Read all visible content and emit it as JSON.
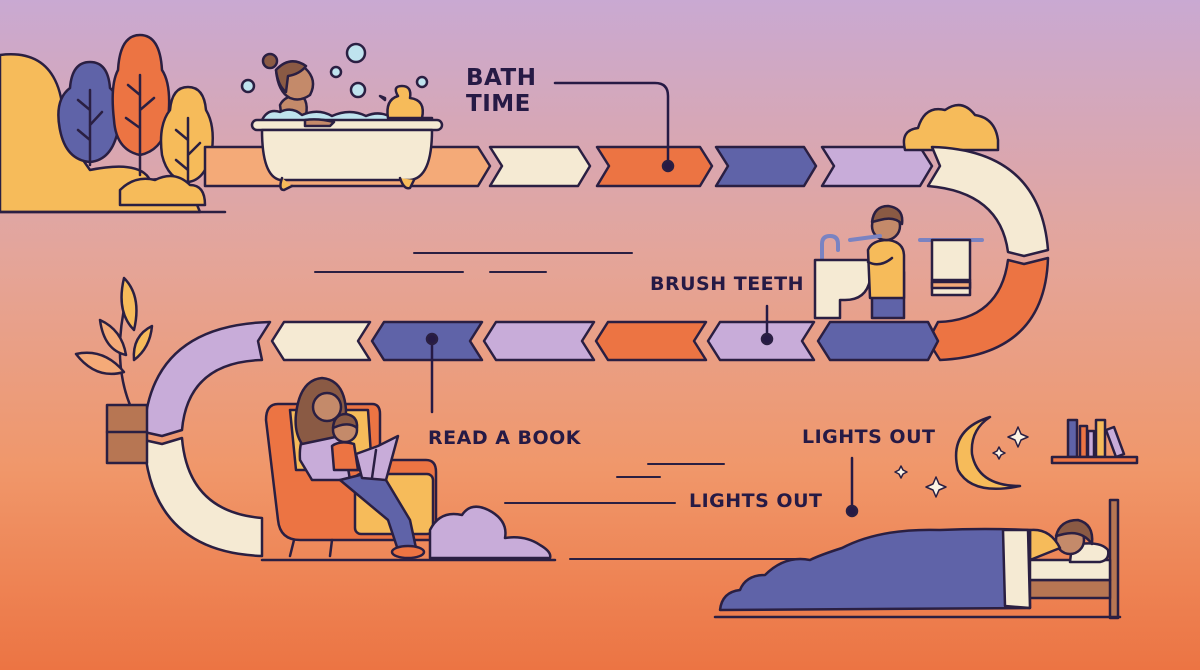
{
  "title": "Bedtime Routine Path",
  "colors": {
    "bg_top": "#cba8d0",
    "bg_mid": "#eaa78e",
    "bg_bottom": "#ec7443",
    "outline": "#2a1f42",
    "cream": "#f5ead3",
    "orange": "#ec7443",
    "peach": "#f4aa78",
    "indigo": "#5f63a8",
    "lavender": "#c8acd9",
    "yellow": "#f6bb5a",
    "brown": "#b77653"
  },
  "path": {
    "top_row_segments": [
      "peach",
      "cream",
      "orange",
      "indigo",
      "lavender"
    ],
    "right_curve_segments": [
      "cream",
      "orange"
    ],
    "middle_row_segments": [
      "cream",
      "indigo",
      "lavender",
      "orange",
      "lavender",
      "indigo"
    ],
    "left_curve_segments": [
      "lavender",
      "cream"
    ]
  },
  "steps": [
    {
      "id": "bath",
      "label": "BATH\nTIME",
      "scene": "child in clawfoot bathtub with bubbles and rubber duck"
    },
    {
      "id": "brush",
      "label": "BRUSH TEETH",
      "scene": "boy brushing teeth at sink beside towel rack"
    },
    {
      "id": "read",
      "label": "READ A BOOK",
      "scene": "parent reading a book to child in armchair"
    },
    {
      "id": "lights1",
      "label": "LIGHTS OUT",
      "scene": ""
    },
    {
      "id": "lights2",
      "label": "LIGHTS OUT",
      "scene": "child sleeping in bed under moon and stars"
    }
  ],
  "decor": {
    "trees": [
      "indigo",
      "orange",
      "yellow"
    ],
    "stars": 4,
    "books_on_shelf": [
      "indigo",
      "orange",
      "lavender",
      "yellow",
      "lavender"
    ]
  }
}
